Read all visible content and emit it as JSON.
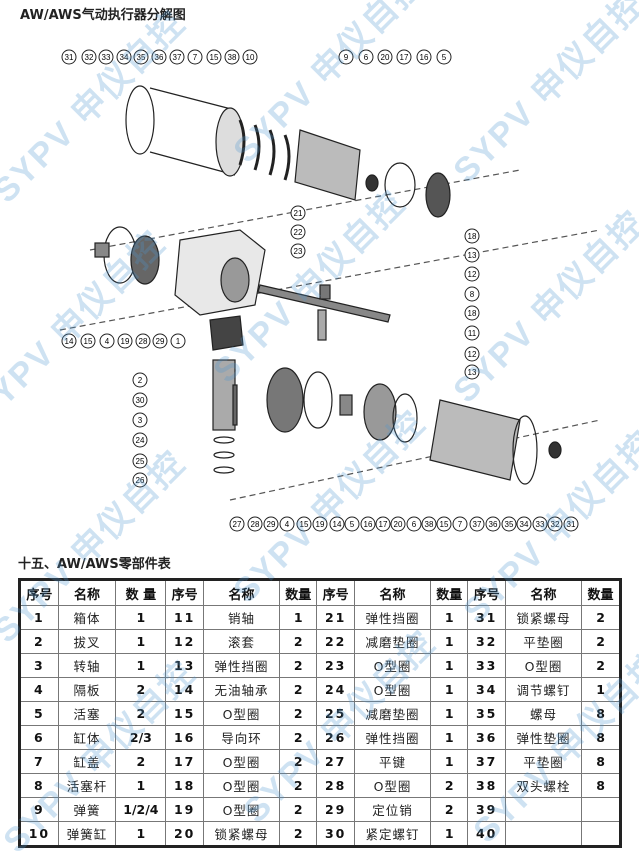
{
  "diagram_title": "AW/AWS气动执行器分解图",
  "table_title": "十五、AW/AWS零部件表",
  "watermark": "SYPV 申仪自控",
  "callouts": {
    "top": [
      "31",
      "32",
      "33",
      "34",
      "35",
      "36",
      "37",
      "7",
      "15",
      "38",
      "10",
      "9",
      "6",
      "20",
      "17",
      "16",
      "5"
    ],
    "right": [
      "21",
      "22",
      "23",
      "18",
      "13",
      "12",
      "8",
      "18",
      "11",
      "12",
      "13"
    ],
    "left_row": [
      "14",
      "15",
      "4",
      "19",
      "28",
      "29",
      "1"
    ],
    "left_col": [
      "2",
      "30",
      "3",
      "24",
      "25",
      "26"
    ],
    "bottom": [
      "27",
      "28",
      "29",
      "4",
      "15",
      "19",
      "14",
      "5",
      "16",
      "17",
      "20",
      "6",
      "38",
      "15",
      "7",
      "37",
      "36",
      "35",
      "34",
      "33",
      "32",
      "31"
    ]
  },
  "table": {
    "headers": [
      "序号",
      "名称",
      "数 量",
      "序号",
      "名称",
      "数量",
      "序号",
      "名称",
      "数量",
      "序号",
      "名称",
      "数量"
    ],
    "rows": [
      [
        "1",
        "箱体",
        "1",
        "11",
        "销轴",
        "1",
        "21",
        "弹性挡圈",
        "1",
        "31",
        "锁紧螺母",
        "2"
      ],
      [
        "2",
        "拔叉",
        "1",
        "12",
        "滚套",
        "2",
        "22",
        "减磨垫圈",
        "1",
        "32",
        "平垫圈",
        "2"
      ],
      [
        "3",
        "转轴",
        "1",
        "13",
        "弹性挡圈",
        "2",
        "23",
        "O型圈",
        "1",
        "33",
        "O型圈",
        "2"
      ],
      [
        "4",
        "隔板",
        "2",
        "14",
        "无油轴承",
        "2",
        "24",
        "O型圈",
        "1",
        "34",
        "调节螺钉",
        "1"
      ],
      [
        "5",
        "活塞",
        "2",
        "15",
        "O型圈",
        "2",
        "25",
        "减磨垫圈",
        "1",
        "35",
        "螺母",
        "8"
      ],
      [
        "6",
        "缸体",
        "2/3",
        "16",
        "导向环",
        "2",
        "26",
        "弹性挡圈",
        "1",
        "36",
        "弹性垫圈",
        "8"
      ],
      [
        "7",
        "缸盖",
        "2",
        "17",
        "O型圈",
        "2",
        "27",
        "平键",
        "1",
        "37",
        "平垫圈",
        "8"
      ],
      [
        "8",
        "活塞杆",
        "1",
        "18",
        "O型圈",
        "2",
        "28",
        "O型圈",
        "2",
        "38",
        "双头螺栓",
        "8"
      ],
      [
        "9",
        "弹簧",
        "1/2/4",
        "19",
        "O型圈",
        "2",
        "29",
        "定位销",
        "2",
        "39",
        "",
        ""
      ],
      [
        "10",
        "弹簧缸",
        "1",
        "20",
        "锁紧螺母",
        "2",
        "30",
        "紧定螺钉",
        "1",
        "40",
        "",
        ""
      ]
    ]
  }
}
